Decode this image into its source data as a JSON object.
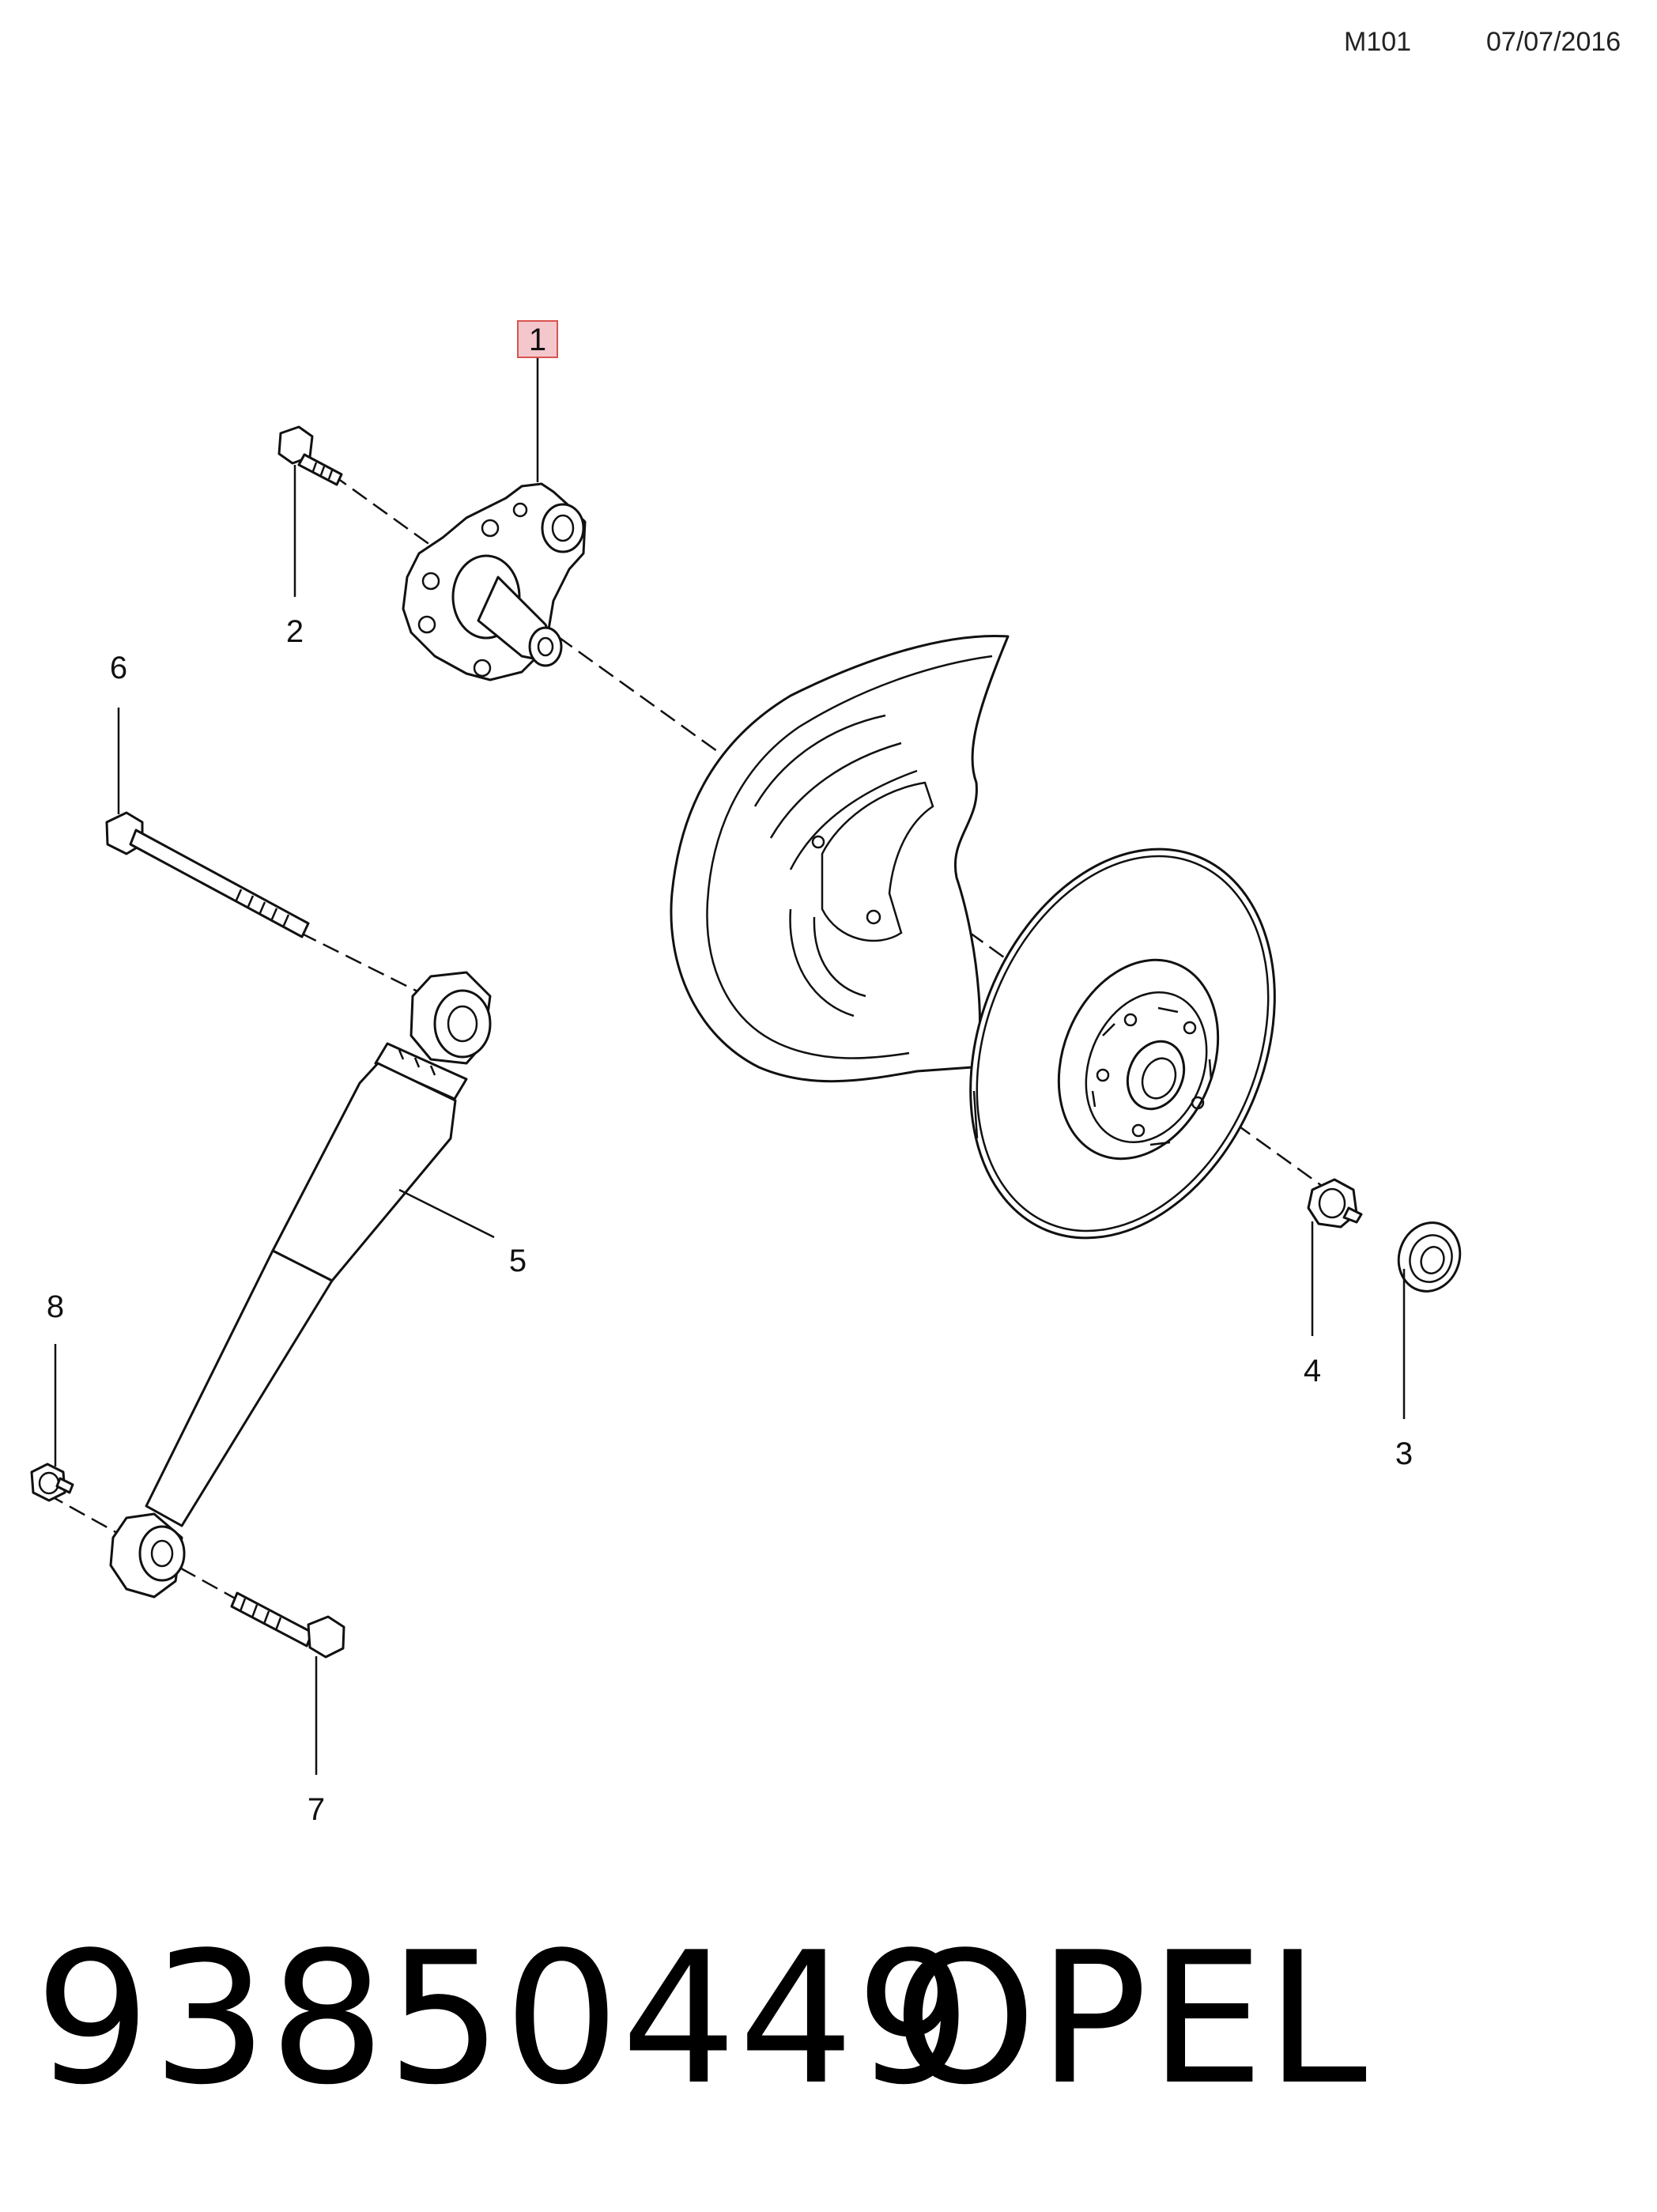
{
  "header": {
    "code": "M101",
    "date": "07/07/2016"
  },
  "footer": {
    "part_number": "93850449",
    "brand": "OPEL"
  },
  "callouts": {
    "c1": "1",
    "c2": "2",
    "c3": "3",
    "c4": "4",
    "c5": "5",
    "c6": "6",
    "c7": "7",
    "c8": "8"
  },
  "highlight_color": "#f4c7cc",
  "highlight_border": "#d9534f"
}
